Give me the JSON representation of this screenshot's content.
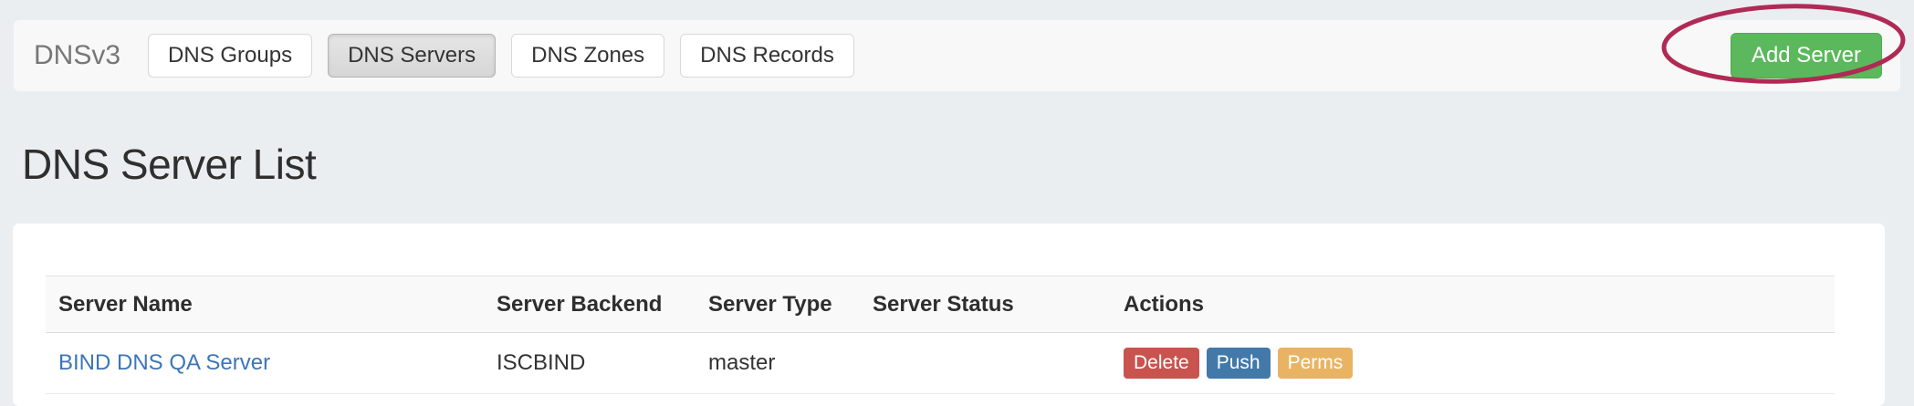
{
  "navbar": {
    "brand": "DNSv3",
    "tabs": [
      {
        "label": "DNS Groups",
        "active": false
      },
      {
        "label": "DNS Servers",
        "active": true
      },
      {
        "label": "DNS Zones",
        "active": false
      },
      {
        "label": "DNS Records",
        "active": false
      }
    ],
    "add_server_label": "Add Server",
    "add_server_color": "#5cb85c"
  },
  "annotation": {
    "shape": "ellipse",
    "target": "add-server-button",
    "color": "#b02a55"
  },
  "page": {
    "title": "DNS Server List"
  },
  "table": {
    "columns": [
      "Server Name",
      "Server Backend",
      "Server Type",
      "Server Status",
      "Actions"
    ],
    "rows": [
      {
        "server_name": "BIND DNS QA Server",
        "server_backend": "ISCBIND",
        "server_type": "master",
        "server_status": "",
        "actions": [
          {
            "label": "Delete",
            "color": "#c9534f"
          },
          {
            "label": "Push",
            "color": "#4279a8"
          },
          {
            "label": "Perms",
            "color": "#e8b464"
          }
        ]
      }
    ]
  },
  "colors": {
    "page_background": "#eaeef0",
    "navbar_background": "#f8f8f8",
    "panel_background": "#ffffff",
    "link": "#3d76b8"
  }
}
